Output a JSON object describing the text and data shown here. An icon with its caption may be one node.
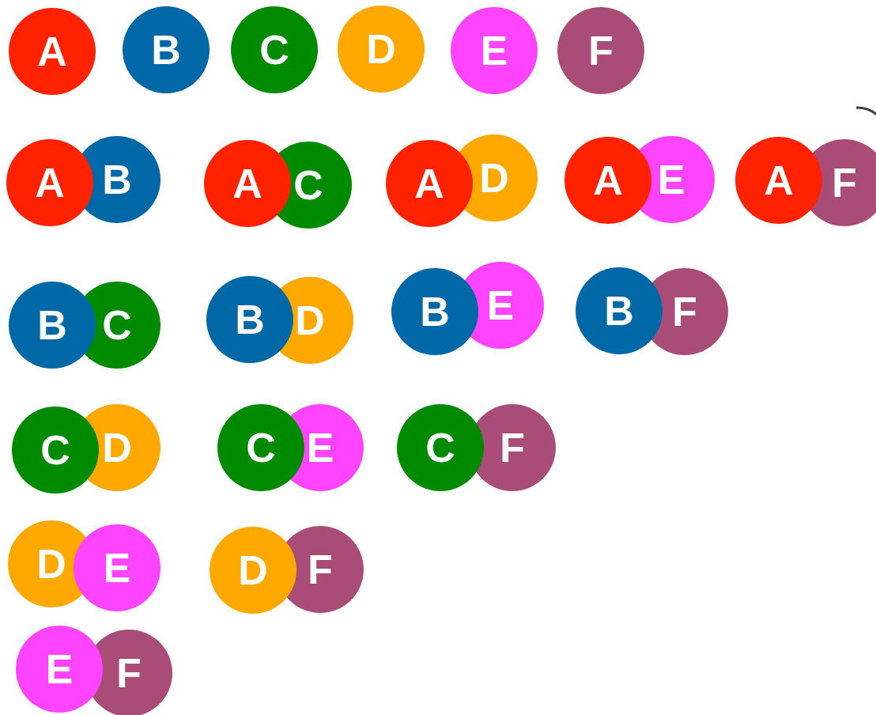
{
  "diagram": {
    "nodes": [
      {
        "text": [
          "A"
        ]
      },
      {
        "text": [
          "B"
        ]
      },
      {
        "text": [
          "C"
        ]
      },
      {
        "text": [
          "D"
        ]
      },
      {
        "text": [
          "E"
        ]
      },
      {
        "text": [
          "F"
        ]
      },
      {
        "text": [
          "A"
        ]
      },
      {
        "text": [
          "B"
        ]
      },
      {
        "text": [
          "A"
        ]
      },
      {
        "text": [
          "C"
        ]
      },
      {
        "text": [
          "A"
        ]
      },
      {
        "text": [
          "D"
        ]
      },
      {
        "text": [
          "A"
        ]
      },
      {
        "text": [
          "E"
        ]
      },
      {
        "text": [
          "A"
        ]
      },
      {
        "text": [
          "F"
        ]
      },
      {
        "text": [
          "B"
        ]
      },
      {
        "text": [
          "C"
        ]
      },
      {
        "text": [
          "B"
        ]
      },
      {
        "text": [
          "D"
        ]
      },
      {
        "text": [
          "B"
        ]
      },
      {
        "text": [
          "E"
        ]
      },
      {
        "text": [
          "B"
        ]
      },
      {
        "text": [
          "F"
        ]
      },
      {
        "text": [
          "C"
        ]
      },
      {
        "text": [
          "D"
        ]
      },
      {
        "text": [
          "C"
        ]
      },
      {
        "text": [
          "E"
        ]
      },
      {
        "text": [
          "C"
        ]
      },
      {
        "text": [
          "F"
        ]
      },
      {
        "text": [
          "D"
        ]
      },
      {
        "text": [
          "E"
        ]
      },
      {
        "text": [
          "D"
        ]
      },
      {
        "text": [
          "F"
        ]
      },
      {
        "text": [
          "E"
        ]
      },
      {
        "text": [
          "F"
        ]
      }
    ]
  }
}
